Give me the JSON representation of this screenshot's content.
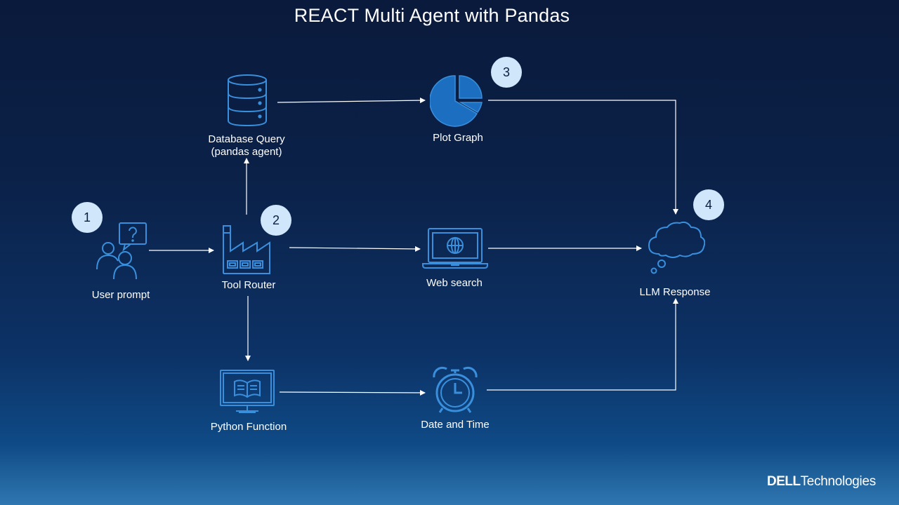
{
  "title": "REACT Multi Agent with Pandas",
  "nodes": {
    "user_prompt": "User prompt",
    "tool_router": "Tool Router",
    "database_query_line1": "Database Query",
    "database_query_line2": "(pandas agent)",
    "plot_graph": "Plot Graph",
    "web_search": "Web search",
    "python_function": "Python Function",
    "date_and_time": "Date and Time",
    "llm_response": "LLM Response"
  },
  "badges": {
    "b1": "1",
    "b2": "2",
    "b3": "3",
    "b4": "4"
  },
  "icons": {
    "user_prompt": "users-question-icon",
    "tool_router": "factory-icon",
    "database_query": "database-icon",
    "plot_graph": "pie-chart-icon",
    "web_search": "laptop-globe-icon",
    "python_function": "monitor-book-icon",
    "date_and_time": "alarm-clock-icon",
    "llm_response": "thought-cloud-icon"
  },
  "logo": {
    "brand": "DELL",
    "suffix": "Technologies"
  },
  "colors": {
    "badge_fill": "#cfe6fb",
    "icon_line": "#3a8fdc",
    "icon_fill": "#1c6fc0",
    "arrow": "#ffffff"
  }
}
